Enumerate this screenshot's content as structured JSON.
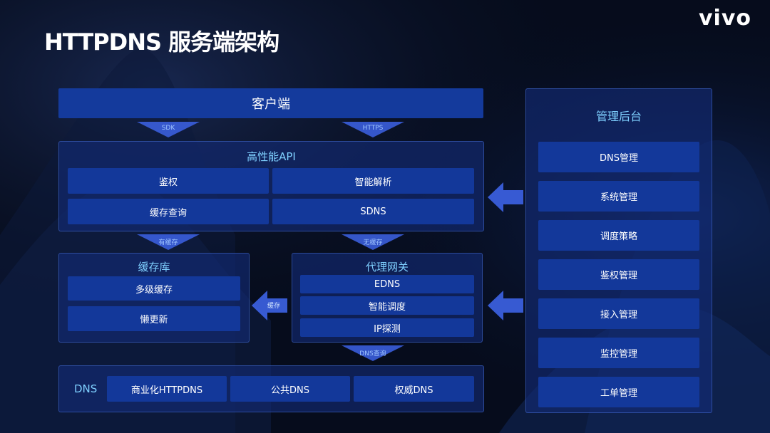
{
  "title": "HTTPDNS 服务端架构",
  "logo": "vivo",
  "client": {
    "label": "客户端"
  },
  "arrows": {
    "sdk": "SDK",
    "https": "HTTPS",
    "cached": "有缓存",
    "uncached": "无缓存",
    "cache": "缓存",
    "dns_query": "DNS查询"
  },
  "api": {
    "title": "高性能API",
    "items": [
      "鉴权",
      "智能解析",
      "缓存查询",
      "SDNS"
    ]
  },
  "cache_db": {
    "title": "缓存库",
    "items": [
      "多级缓存",
      "懒更新"
    ]
  },
  "proxy": {
    "title": "代理网关",
    "items": [
      "EDNS",
      "智能调度",
      "IP探测"
    ]
  },
  "dns": {
    "label": "DNS",
    "items": [
      "商业化HTTPDNS",
      "公共DNS",
      "权威DNS"
    ]
  },
  "admin": {
    "title": "管理后台",
    "items": [
      "DNS管理",
      "系统管理",
      "调度策略",
      "鉴权管理",
      "接入管理",
      "监控管理",
      "工单管理"
    ]
  },
  "colors": {
    "background": "#060c1c",
    "panel": "#142c78",
    "cell": "#13389a",
    "accent_text": "#7fd0ff",
    "arrow": "#3d63e6"
  }
}
